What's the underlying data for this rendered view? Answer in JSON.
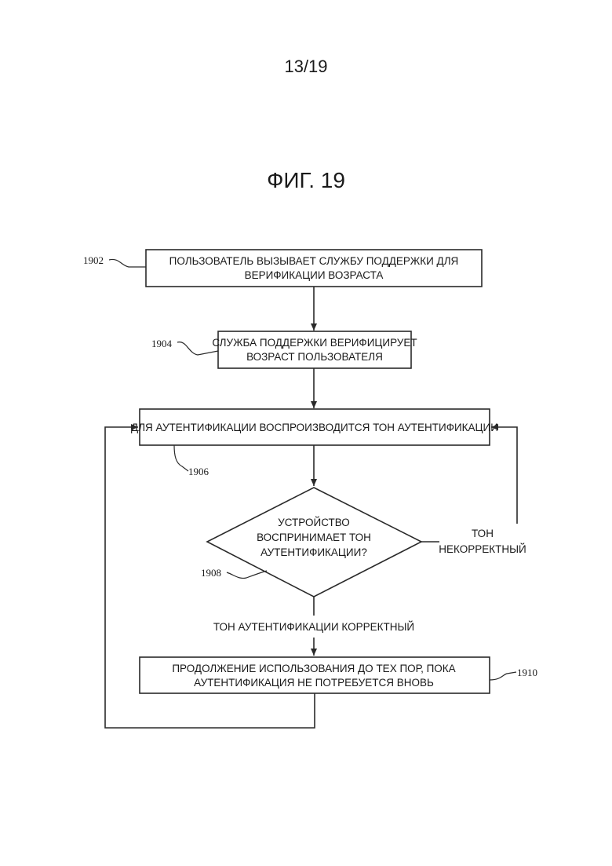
{
  "header": {
    "page_number": "13/19",
    "figure_title": "ФИГ. 19"
  },
  "steps": {
    "s1902": {
      "ref": "1902",
      "lines": [
        "ПОЛЬЗОВАТЕЛЬ ВЫЗЫВАЕТ СЛУЖБУ ПОДДЕРЖКИ ДЛЯ",
        "ВЕРИФИКАЦИИ ВОЗРАСТА"
      ]
    },
    "s1904": {
      "ref": "1904",
      "lines": [
        "СЛУЖБА ПОДДЕРЖКИ ВЕРИФИЦИРУЕТ",
        "ВОЗРАСТ ПОЛЬЗОВАТЕЛЯ"
      ]
    },
    "s1906": {
      "ref": "1906",
      "lines": [
        "ДЛЯ АУТЕНТИФИКАЦИИ ВОСПРОИЗВОДИТСЯ ТОН АУТЕНТИФИКАЦИИ"
      ]
    },
    "s1908": {
      "ref": "1908",
      "lines": [
        "УСТРОЙСТВО",
        "ВОСПРИНИМАЕТ ТОН",
        "АУТЕНТИФИКАЦИИ?"
      ]
    },
    "s1910": {
      "ref": "1910",
      "lines": [
        "ПРОДОЛЖЕНИЕ ИСПОЛЬЗОВАНИЯ ДО ТЕХ ПОР, ПОКА",
        "АУТЕНТИФИКАЦИЯ НЕ ПОТРЕБУЕТСЯ ВНОВЬ"
      ]
    }
  },
  "branches": {
    "incorrect": [
      "ТОН",
      "НЕКОРРЕКТНЫЙ"
    ],
    "correct": "ТОН АУТЕНТИФИКАЦИИ КОРРЕКТНЫЙ"
  },
  "colors": {
    "line": "#2a2a2a",
    "text": "#1a1a1a",
    "background": "#ffffff"
  }
}
